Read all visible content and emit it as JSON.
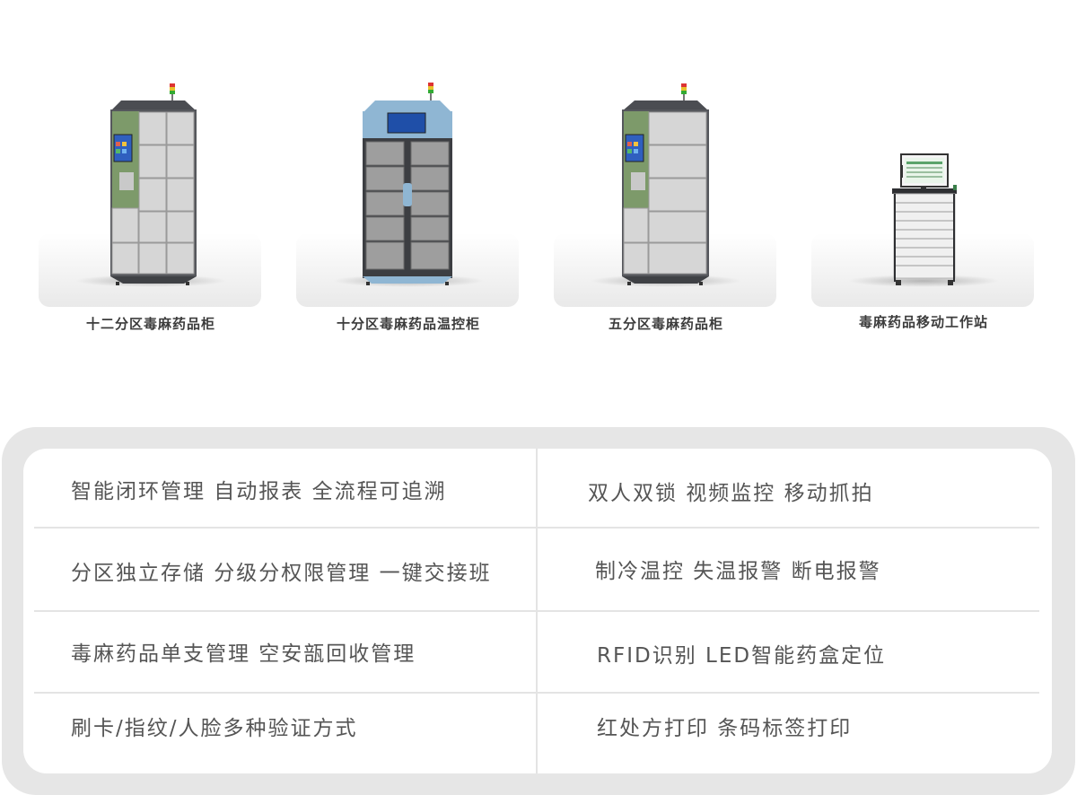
{
  "products": [
    {
      "name": "十二分区毒麻药品柜",
      "image_icon": "twelve-zone-cabinet-icon"
    },
    {
      "name": "十分区毒麻药品温控柜",
      "image_icon": "ten-zone-temperature-cabinet-icon"
    },
    {
      "name": "五分区毒麻药品柜",
      "image_icon": "five-zone-cabinet-icon"
    },
    {
      "name": "毒麻药品移动工作站",
      "image_icon": "mobile-workstation-icon"
    }
  ],
  "features": {
    "left": [
      "智能闭环管理 自动报表 全流程可追溯",
      "分区独立存储 分级分权限管理 一键交接班",
      "毒麻药品单支管理 空安瓿回收管理",
      "刷卡/指纹/人脸多种验证方式"
    ],
    "right": [
      "双人双锁 视频监控 移动抓拍",
      "制冷温控 失温报警 断电报警",
      "RFID识别 LED智能药盒定位",
      "红处方打印 条码标签打印"
    ]
  },
  "colors": {
    "panel_bg": "#e6e6e6",
    "card_bg": "#ffffff",
    "divider": "#e4e4e4",
    "text": "#555555",
    "cabinet_green": "#7d9a6a",
    "cabinet_blue": "#8fb6d3"
  }
}
